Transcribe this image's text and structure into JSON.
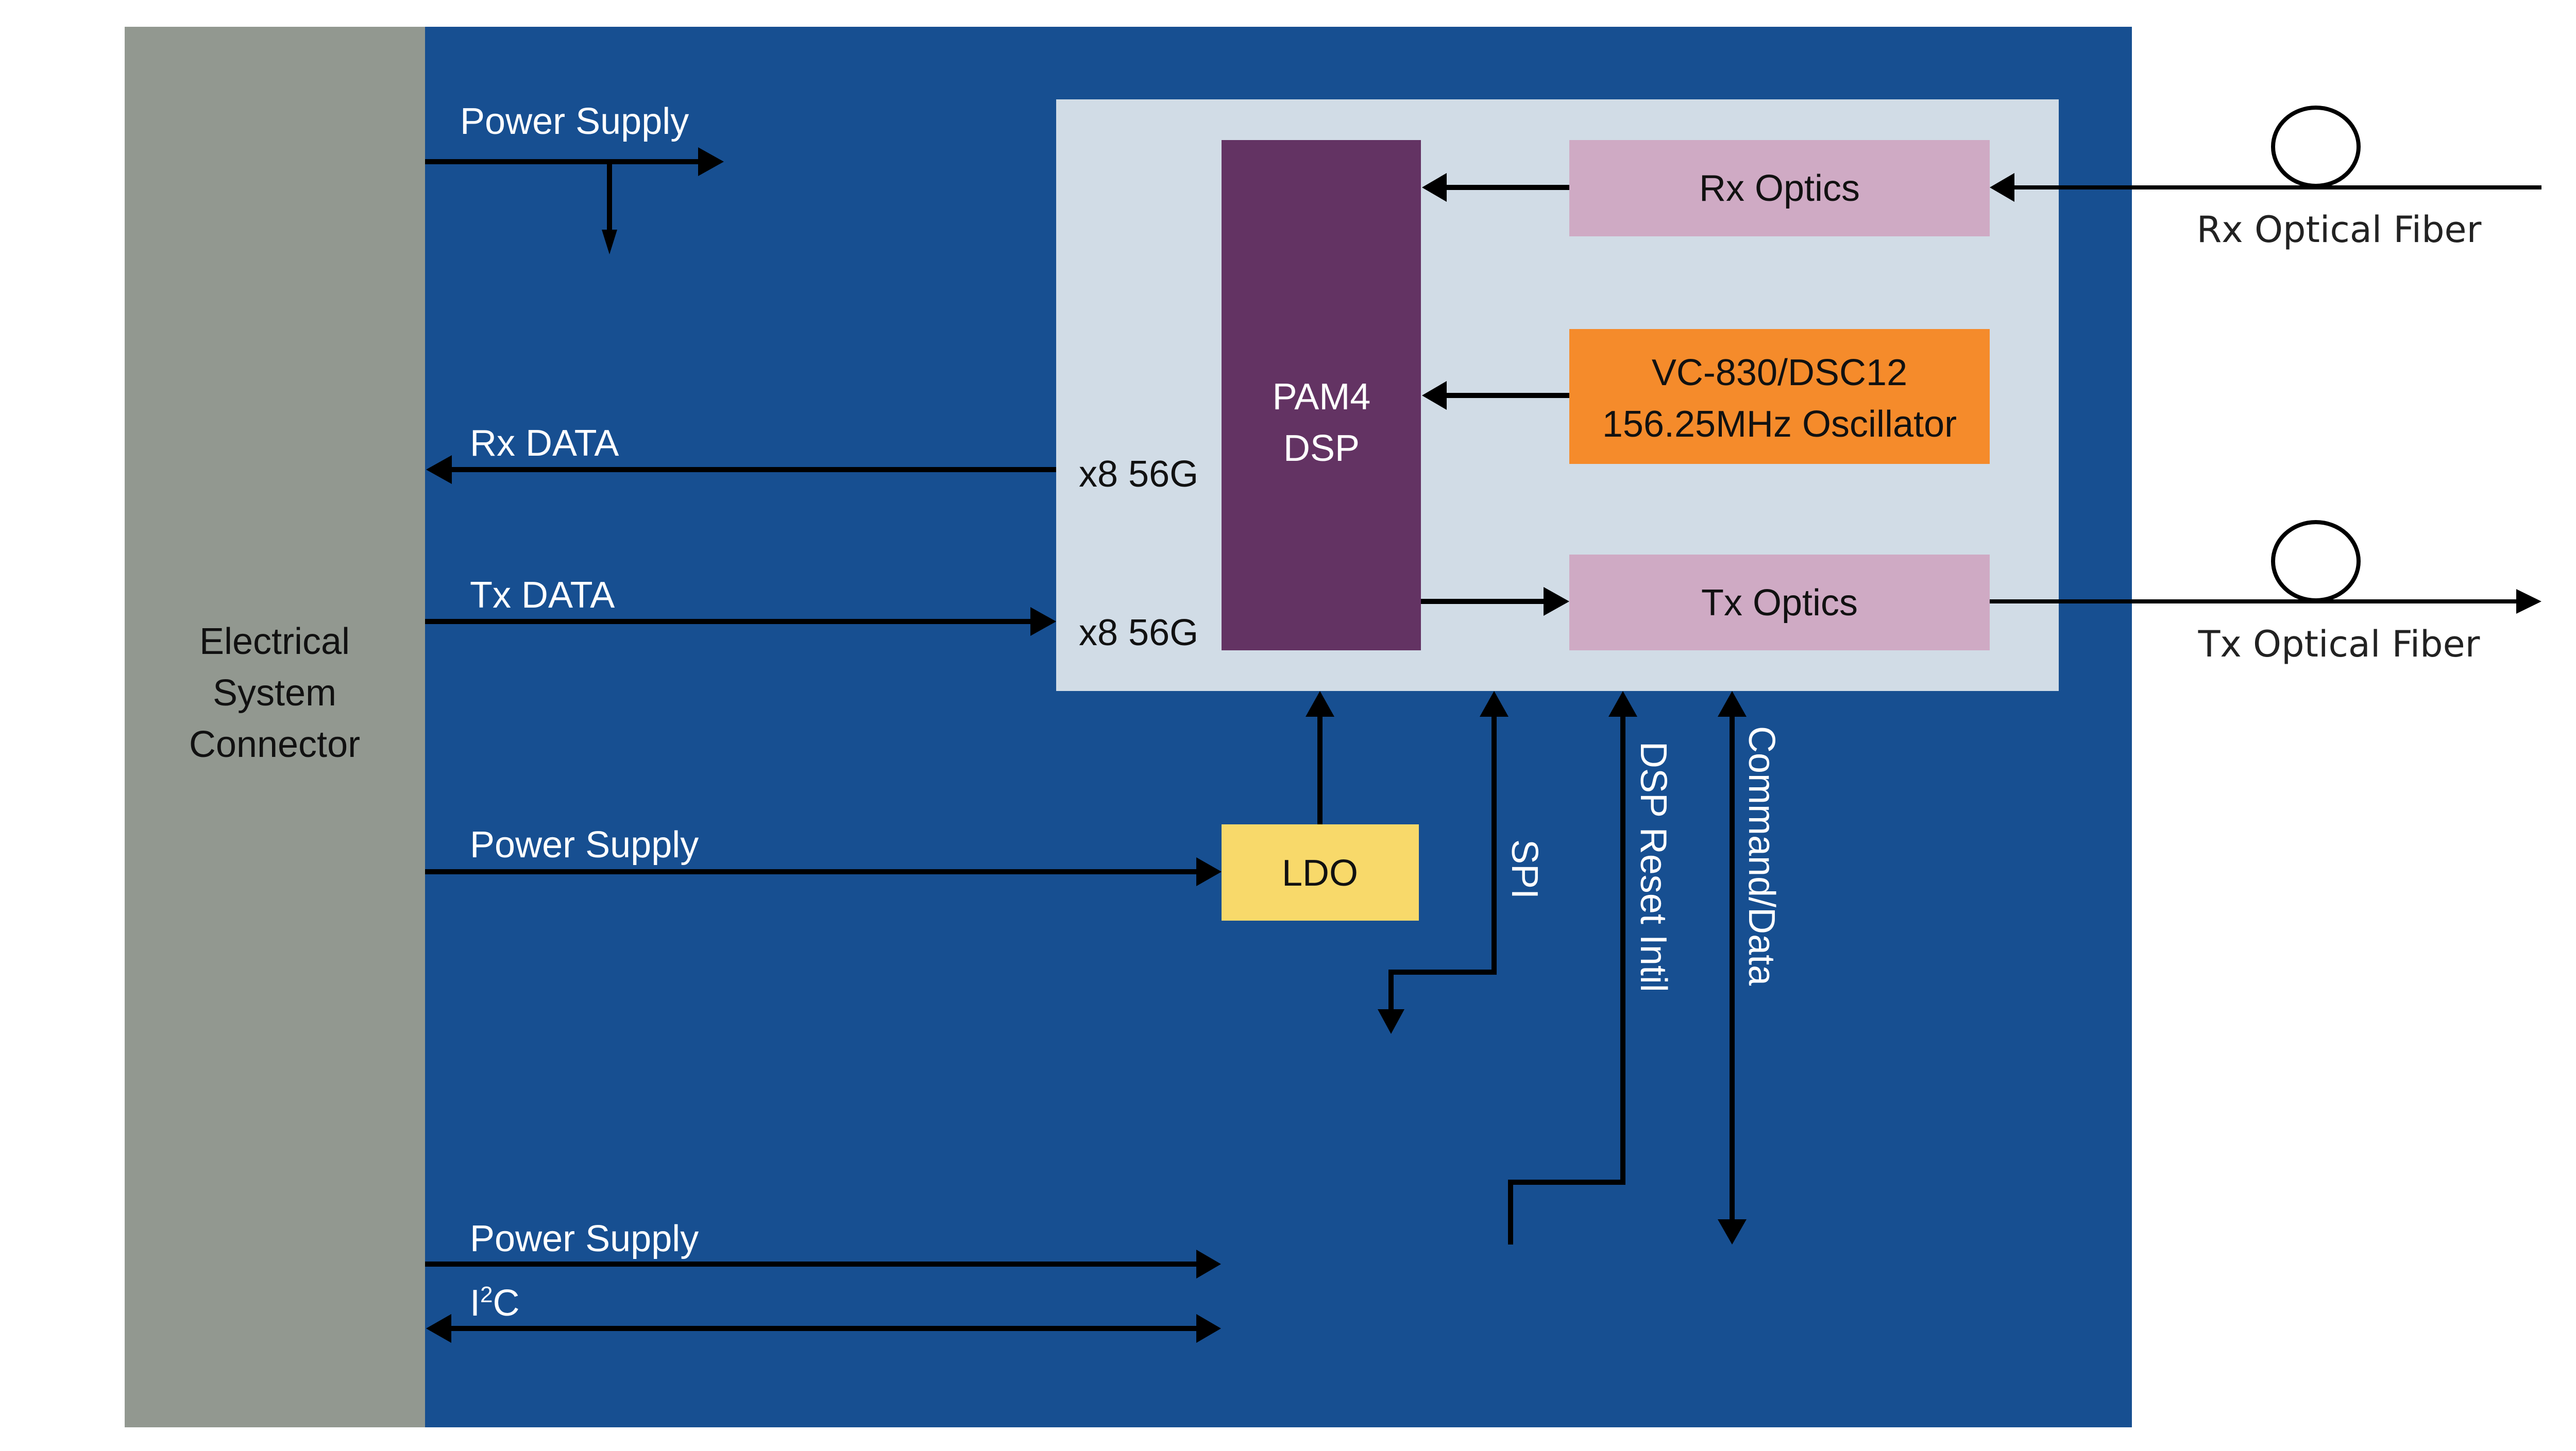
{
  "colors": {
    "module_bg": "#174F91",
    "connector_bg": "#929890",
    "panel_bg": "#D1DCE6",
    "dsp_bg": "#633363",
    "optics_bg": "#CFAAC4",
    "oscillator_bg": "#F58B2B",
    "ldo_bg": "#F8D96A"
  },
  "connector": {
    "lines": [
      "Electrical",
      "System",
      "Connector"
    ]
  },
  "signals": {
    "power_supply_top": "Power Supply",
    "rx_data": "Rx DATA",
    "tx_data": "Tx DATA",
    "power_supply_mid": "Power Supply",
    "power_supply_bottom": "Power Supply",
    "i2c_base": "I",
    "i2c_sup": "2",
    "i2c_tail": "C",
    "rx_lanes": "x8 56G",
    "tx_lanes": "x8 56G",
    "spi": "SPI",
    "dsp_reset": "DSP Reset Intil",
    "command_data": "Command/Data"
  },
  "blocks": {
    "dsp": {
      "line1": "PAM4",
      "line2": "DSP"
    },
    "rx_optics": "Rx Optics",
    "tx_optics": "Tx Optics",
    "oscillator": {
      "line1": "VC-830/DSC12",
      "line2": "156.25MHz Oscillator"
    },
    "ldo": "LDO"
  },
  "fibers": {
    "rx": "Rx Optical Fiber",
    "tx": "Tx Optical Fiber"
  }
}
